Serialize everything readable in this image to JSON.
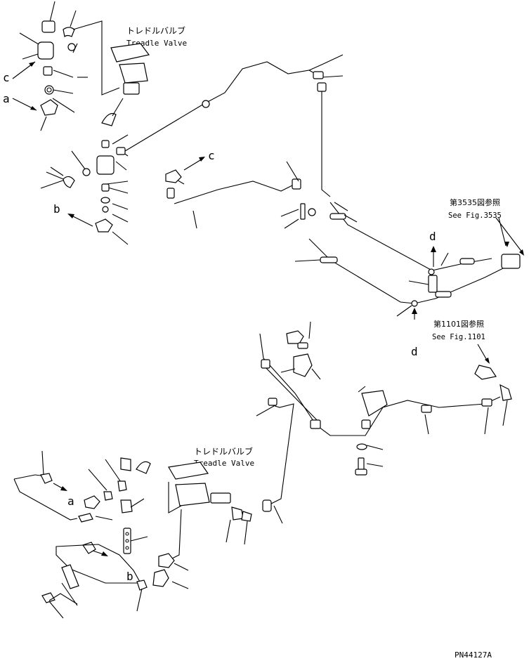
{
  "title_jp_top": "トレドルバルブ",
  "title_en_top": "Treadle Valve",
  "title_jp_bottom": "トレドルバルブ",
  "title_en_bottom": "Treadle Valve",
  "ref_3535_jp": "第3535図参照",
  "ref_3535_en": "See Fig.3535",
  "ref_1101_jp": "第1101図参照",
  "ref_1101_en": "See Fig.1101",
  "letters": {
    "c1": "c",
    "a1": "a",
    "b1": "b",
    "c2": "c",
    "d1": "d",
    "d2": "d",
    "a2": "a",
    "b2": "b"
  },
  "drawing_number": "PN44127A"
}
